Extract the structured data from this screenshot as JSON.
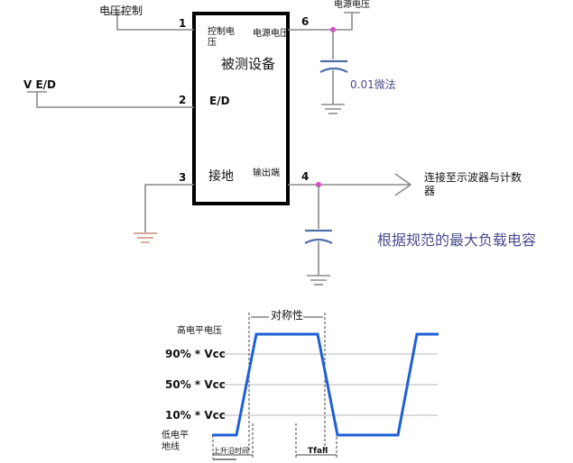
{
  "schematic": {
    "voltage_control_label": "电压控制",
    "supply_voltage_label": "电源电压",
    "ve_d_label": "V E/D",
    "dut_label": "被测设备",
    "pins": {
      "p1_num": "1",
      "p1_label": "控制电压",
      "p2_num": "2",
      "p2_label": "E/D",
      "p3_num": "3",
      "p3_label": "接地",
      "p4_num": "4",
      "p4_label": "输出端",
      "p6_num": "6",
      "p6_label": "电源电压"
    },
    "cap_value_label": "0.01微法",
    "to_scope_label": "连接至示波器与计数器",
    "load_cap_note": "根据规范的最大负载电容",
    "colors": {
      "node": "#e040c8",
      "capacitor": "#4f6fa6",
      "ground": "#c98a7a",
      "note_text": "#4a4a8e"
    }
  },
  "waveform": {
    "symmetry_label": "对称性",
    "high_label": "高电平电压",
    "low_label": "低电平地线",
    "levels": [
      {
        "label": "90% * Vcc",
        "fraction": 0.9
      },
      {
        "label": "50% * Vcc",
        "fraction": 0.5
      },
      {
        "label": "10% * Vcc",
        "fraction": 0.1
      }
    ],
    "rise_label": "上升沿时间",
    "fall_label": "Tfall",
    "wave_color": "#1f5fd6"
  }
}
